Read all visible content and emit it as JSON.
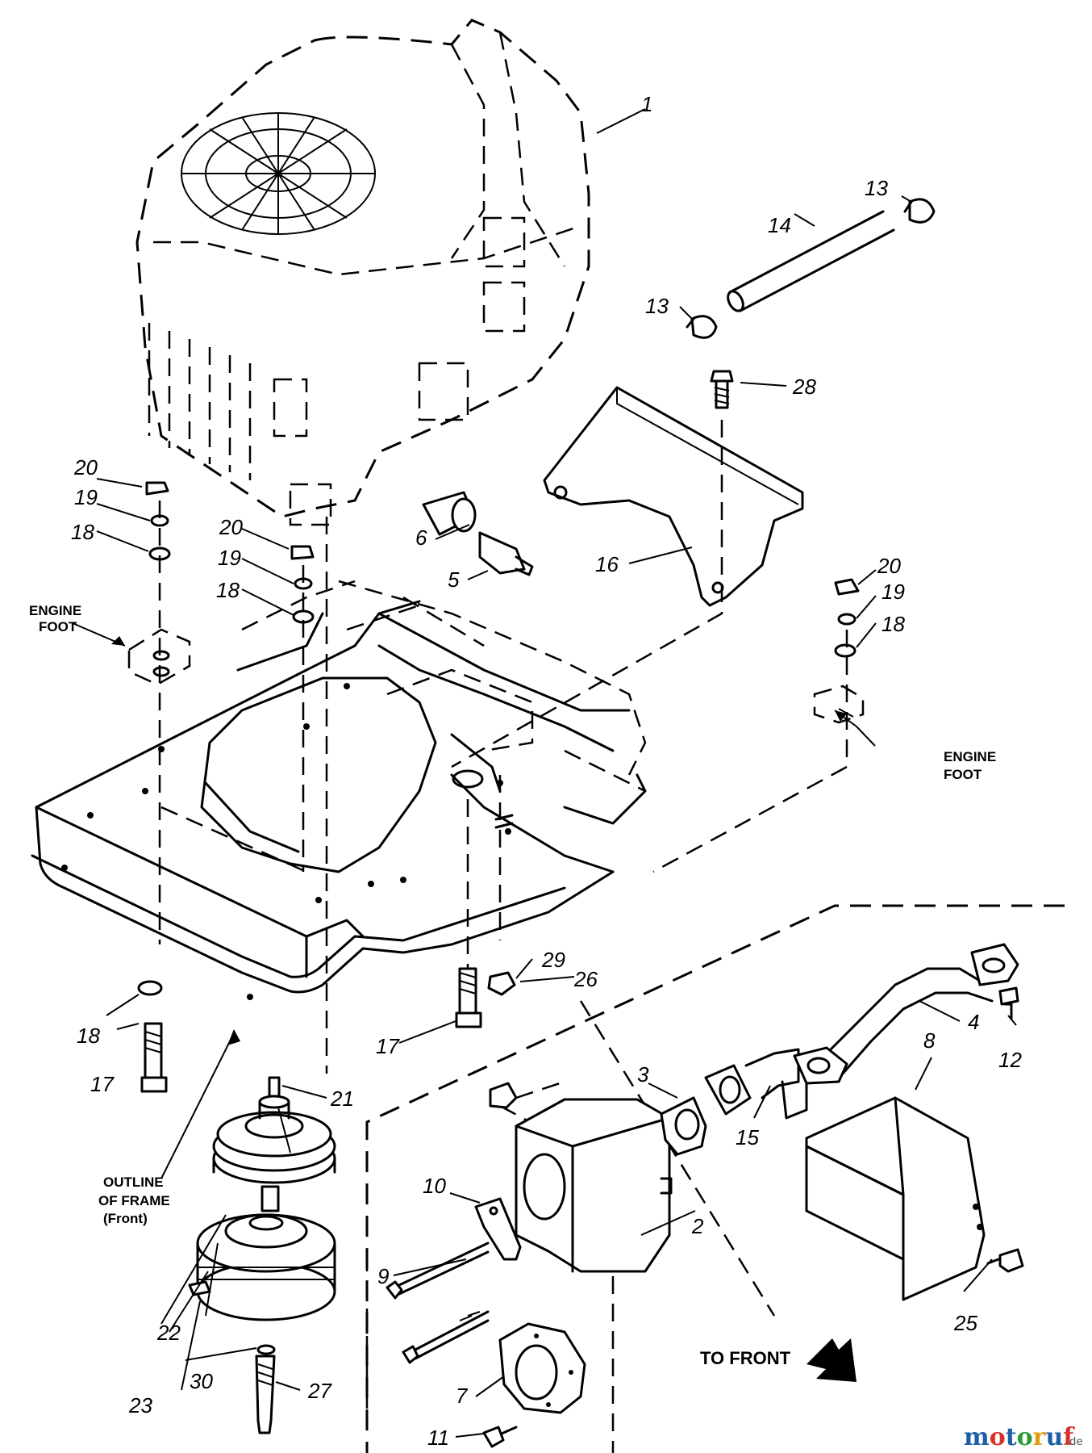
{
  "callouts": {
    "c1": "1",
    "c2": "2",
    "c3": "3",
    "c4": "4",
    "c5": "5",
    "c6": "6",
    "c7": "7",
    "c8": "8",
    "c9": "9",
    "c10": "10",
    "c11": "11",
    "c12": "12",
    "c13a": "13",
    "c13b": "13",
    "c14": "14",
    "c15": "15",
    "c16": "16",
    "c17a": "17",
    "c17b": "17",
    "c18a": "18",
    "c18b": "18",
    "c18c": "18",
    "c18d": "18",
    "c19a": "19",
    "c19b": "19",
    "c19c": "19",
    "c20a": "20",
    "c20b": "20",
    "c20c": "20",
    "c21": "21",
    "c22": "22",
    "c23": "23",
    "c25": "25",
    "c26": "26",
    "c27": "27",
    "c28": "28",
    "c29": "29",
    "c30": "30"
  },
  "labels": {
    "engine_foot_left_1": "ENGINE",
    "engine_foot_left_2": "FOOT",
    "engine_foot_right_1": "ENGINE",
    "engine_foot_right_2": "FOOT",
    "outline_1": "OUTLINE",
    "outline_2": "OF FRAME",
    "outline_3": "(Front)",
    "to_front": "TO FRONT"
  },
  "watermark": {
    "letters": [
      "m",
      "o",
      "t",
      "o",
      "r",
      "u",
      "f"
    ],
    "colors": [
      "#1f5fa8",
      "#d8312a",
      "#1f5fa8",
      "#2e9a3a",
      "#e29b14",
      "#1f5fa8",
      "#d8312a"
    ],
    "suffix": ".de"
  }
}
